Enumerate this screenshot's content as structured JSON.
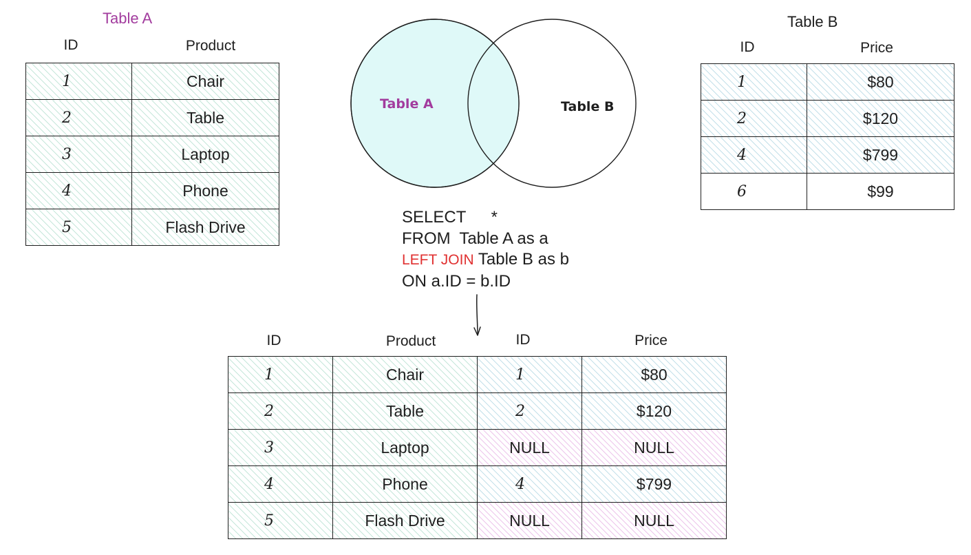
{
  "colors": {
    "table_a": "#a23c9e",
    "left_join": "#e03131",
    "venn_fill": "#dff9f8",
    "stroke": "#1e1e1e"
  },
  "table_a": {
    "title": "Table A",
    "headers": [
      "ID",
      "Product"
    ],
    "rows": [
      {
        "id": "1",
        "product": "Chair"
      },
      {
        "id": "2",
        "product": "Table"
      },
      {
        "id": "3",
        "product": "Laptop"
      },
      {
        "id": "4",
        "product": "Phone"
      },
      {
        "id": "5",
        "product": "Flash Drive"
      }
    ]
  },
  "table_b": {
    "title": "Table B",
    "headers": [
      "ID",
      "Price"
    ],
    "rows": [
      {
        "id": "1",
        "price": "$80"
      },
      {
        "id": "2",
        "price": "$120"
      },
      {
        "id": "4",
        "price": "$799"
      },
      {
        "id": "6",
        "price": "$99"
      }
    ]
  },
  "venn": {
    "left_label": "Table A",
    "right_label": "Table B"
  },
  "sql": {
    "line1_keyword": "SELECT",
    "line1_rest": "*",
    "line2_keyword": "FROM",
    "line2_rest": "Table A as a",
    "line3_keyword": "LEFT JOIN",
    "line3_rest": "Table B as b",
    "line4": "ON a.ID = b.ID"
  },
  "result": {
    "headers": [
      "ID",
      "Product",
      "ID",
      "Price"
    ],
    "rows": [
      {
        "a_id": "1",
        "product": "Chair",
        "b_id": "1",
        "price": "$80"
      },
      {
        "a_id": "2",
        "product": "Table",
        "b_id": "2",
        "price": "$120"
      },
      {
        "a_id": "3",
        "product": "Laptop",
        "b_id": "NULL",
        "price": "NULL"
      },
      {
        "a_id": "4",
        "product": "Phone",
        "b_id": "4",
        "price": "$799"
      },
      {
        "a_id": "5",
        "product": "Flash Drive",
        "b_id": "NULL",
        "price": "NULL"
      }
    ]
  }
}
